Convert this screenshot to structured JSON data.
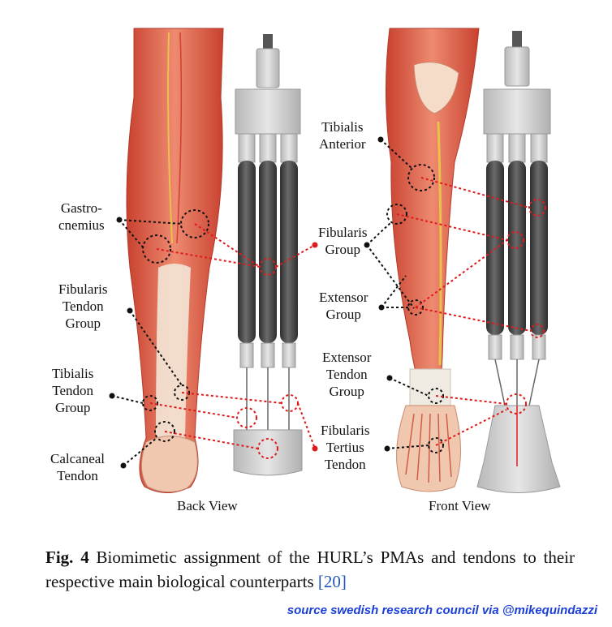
{
  "labels": {
    "gastrocnemius": [
      "Gastro-",
      "cnemius"
    ],
    "fibularis_tendon_group": [
      "Fibularis",
      "Tendon",
      "Group"
    ],
    "tibialis_tendon_group": [
      "Tibialis",
      "Tendon",
      "Group"
    ],
    "calcaneal_tendon": [
      "Calcaneal",
      "Tendon"
    ],
    "tibialis_anterior": [
      "Tibialis",
      "Anterior"
    ],
    "fibularis_group": [
      "Fibularis",
      "Group"
    ],
    "extensor_group": [
      "Extensor",
      "Group"
    ],
    "extensor_tendon_group": [
      "Extensor",
      "Tendon",
      "Group"
    ],
    "fibularis_tertius_tendon": [
      "Fibularis",
      "Tertius",
      "Tendon"
    ]
  },
  "views": {
    "back": "Back View",
    "front": "Front View"
  },
  "caption": {
    "fig_label": "Fig. 4",
    "text": "Biomimetic assignment of the HURL’s PMAs and tendons to their respective main biological counterparts",
    "ref": "[20]"
  },
  "credit": {
    "text": "source swedish research council via @mikequindazzi",
    "color": "#1a3fd6"
  },
  "colors": {
    "muscle": "#d9553f",
    "muscle_light": "#ee9a82",
    "tendon": "#f3e6d6",
    "actuator": "#4a4a4a",
    "frame": "#c9c9c9",
    "red_dash": "#e01a1a",
    "black_dash": "#111111"
  }
}
